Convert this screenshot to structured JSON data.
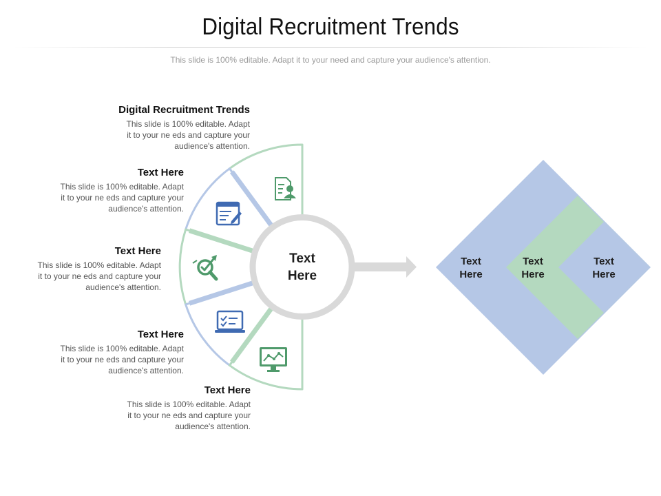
{
  "title": "Digital Recruitment Trends",
  "subtitle": "This slide is 100% editable. Adapt it to your need and capture your audience's attention.",
  "segments": [
    {
      "heading": "Digital Recruitment Trends",
      "desc": [
        "This slide is 100% editable. Adapt",
        "it to your ne eds and capture your",
        "audience's attention."
      ],
      "icon": "person-document-icon",
      "color": "#b4d9bf"
    },
    {
      "heading": "Text Here",
      "desc": [
        "This slide is 100% editable. Adapt",
        "it to your ne eds and capture your",
        "audience's attention."
      ],
      "icon": "browser-edit-icon",
      "color": "#b5c7e6"
    },
    {
      "heading": "Text Here",
      "desc": [
        "This slide is 100% editable. Adapt",
        "it to your ne eds and capture your",
        "audience's attention."
      ],
      "icon": "magnifier-target-icon",
      "color": "#b4d9bf"
    },
    {
      "heading": "Text Here",
      "desc": [
        "This slide is 100% editable. Adapt",
        "it to your ne eds and capture your",
        "audience's attention."
      ],
      "icon": "laptop-checklist-icon",
      "color": "#b5c7e6"
    },
    {
      "heading": "Text Here",
      "desc": [
        "This slide is 100% editable. Adapt",
        "it to your ne eds and capture your",
        "audience's attention."
      ],
      "icon": "monitor-chart-icon",
      "color": "#b4d9bf"
    }
  ],
  "center": {
    "line1": "Text",
    "line2": "Here"
  },
  "diamond": [
    {
      "line1": "Text",
      "line2": "Here"
    },
    {
      "line1": "Text",
      "line2": "Here"
    },
    {
      "line1": "Text",
      "line2": "Here"
    }
  ],
  "colors": {
    "green": "#b4d9bf",
    "blue": "#b5c7e6",
    "icon_green": "#4f9a6b",
    "icon_blue": "#3f6ab2",
    "ring": "#d9d9d9",
    "arrow": "#d9d9d9"
  }
}
